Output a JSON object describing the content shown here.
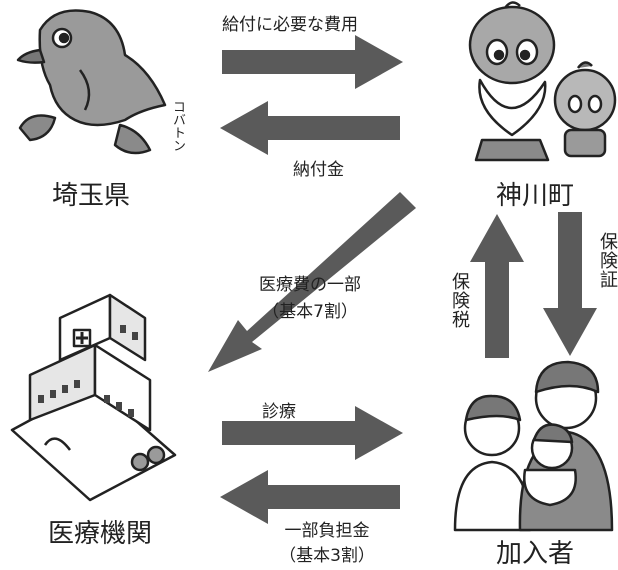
{
  "nodes": {
    "saitama": "埼玉県",
    "kamikawa": "神川町",
    "medical": "医療機関",
    "insured": "加入者"
  },
  "mascot_name": "コバトン",
  "flows": {
    "saitama_to_town": "給付に必要な費用",
    "town_to_saitama": "納付金",
    "town_to_medical_line1": "医療費の一部",
    "town_to_medical_line2": "（基本7割）",
    "insured_to_town": "保険税",
    "town_to_insured": "保険証",
    "medical_to_insured": "診療",
    "insured_to_medical_line1": "一部負担金",
    "insured_to_medical_line2": "（基本3割）"
  },
  "colors": {
    "arrow": "#5a5a5a",
    "text": "#222222",
    "illustration": "#999999"
  }
}
